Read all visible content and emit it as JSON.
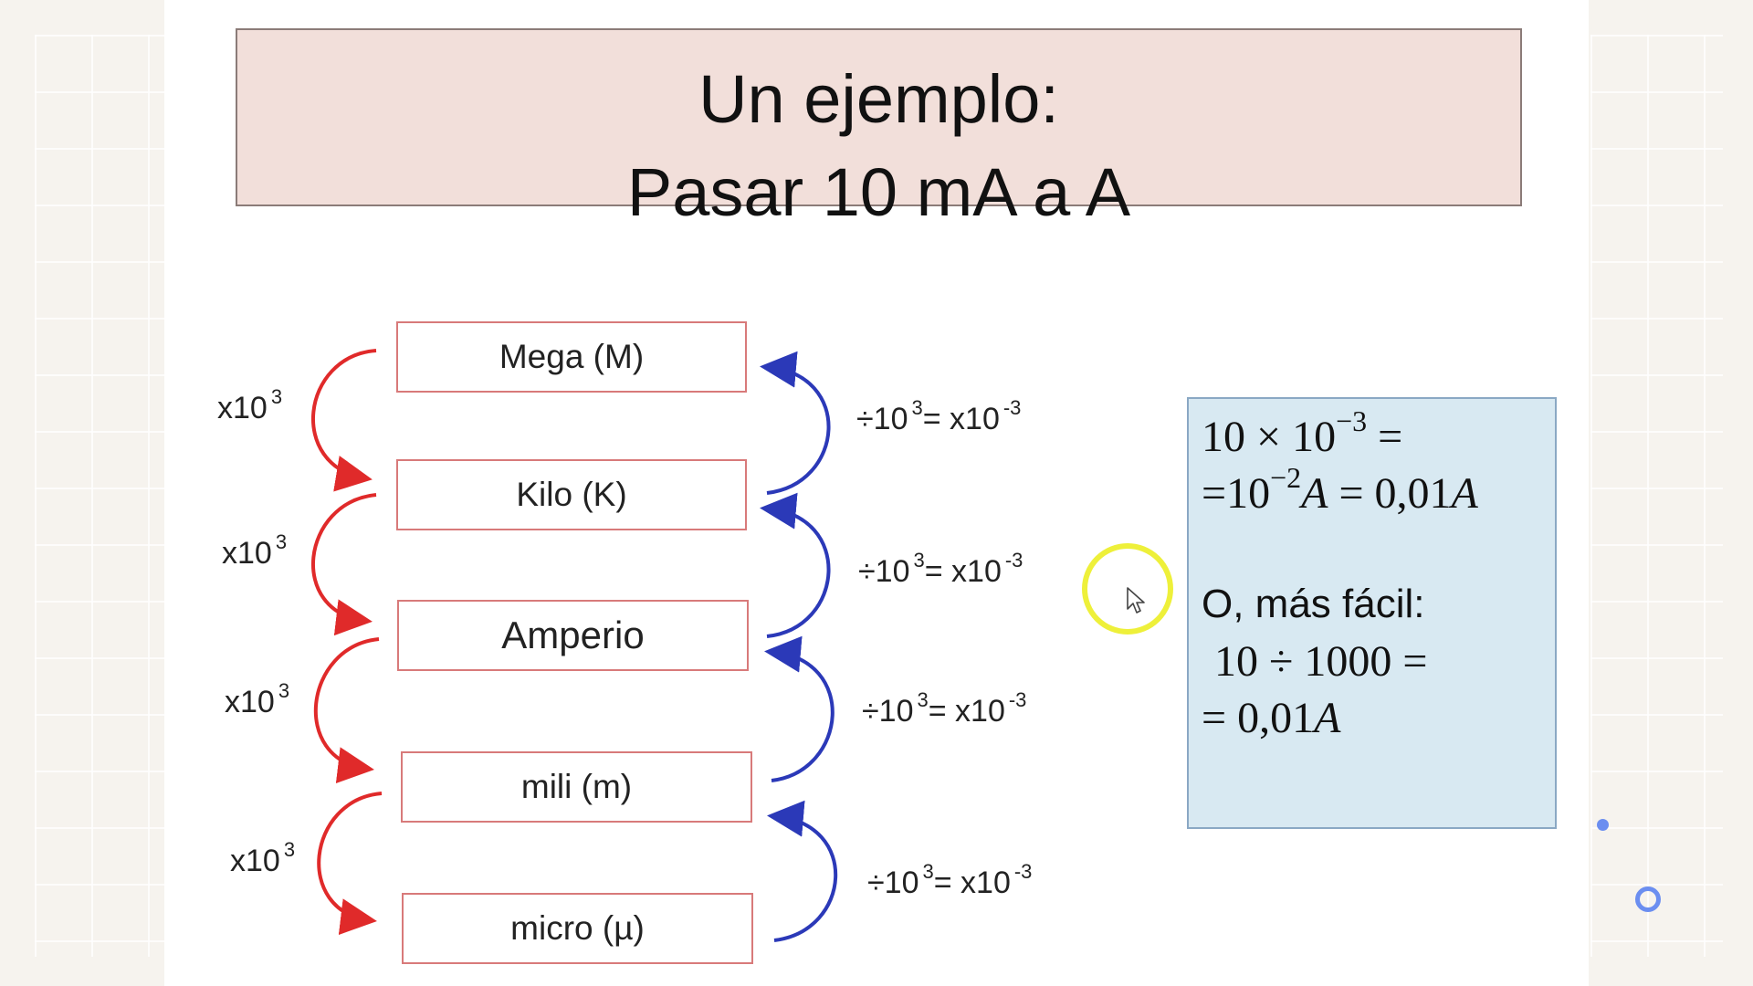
{
  "title": {
    "line1": "Un ejemplo:",
    "line2": "Pasar 10 mA a A"
  },
  "units": [
    {
      "label": "Mega (M)"
    },
    {
      "label": "Kilo (K)"
    },
    {
      "label": "Amperio"
    },
    {
      "label": "mili (m)"
    },
    {
      "label": "micro (µ)"
    }
  ],
  "down_arrows": [
    {
      "base": "x10",
      "exp": "3"
    },
    {
      "base": "x10",
      "exp": "3"
    },
    {
      "base": "x10",
      "exp": "3"
    },
    {
      "base": "x10",
      "exp": "3"
    }
  ],
  "up_arrows": [
    {
      "prefix": "÷10",
      "exp": "3",
      "eq": "= x10",
      "exp2": "-3"
    },
    {
      "prefix": "÷10",
      "exp": "3",
      "eq": "= x10",
      "exp2": "-3"
    },
    {
      "prefix": "÷10",
      "exp": "3",
      "eq": "= x10",
      "exp2": "-3"
    },
    {
      "prefix": "÷10",
      "exp": "3",
      "eq": "= x10",
      "exp2": "-3"
    }
  ],
  "answer": {
    "l1_a": "10 × 10",
    "l1_exp": "−3",
    "l1_b": " =",
    "l2_a": "=10",
    "l2_exp": "−2",
    "l2_b": "A",
    "l2_c": " = 0,01",
    "l2_d": "A",
    "l3": "O, más fácil:",
    "l4": "10 ÷ 1000 =",
    "l5_a": "= 0,01",
    "l5_b": "A"
  },
  "colors": {
    "down_arrow": "#e02a2a",
    "up_arrow": "#2b39b8",
    "title_bg": "#f2dfda",
    "answer_bg": "#d8e9f2",
    "cursor_highlight": "#eef03a",
    "indicator": "#6b8ef0"
  },
  "icons": {
    "cursor": "mouse-pointer-icon",
    "highlight": "cursor-highlight-ring"
  }
}
